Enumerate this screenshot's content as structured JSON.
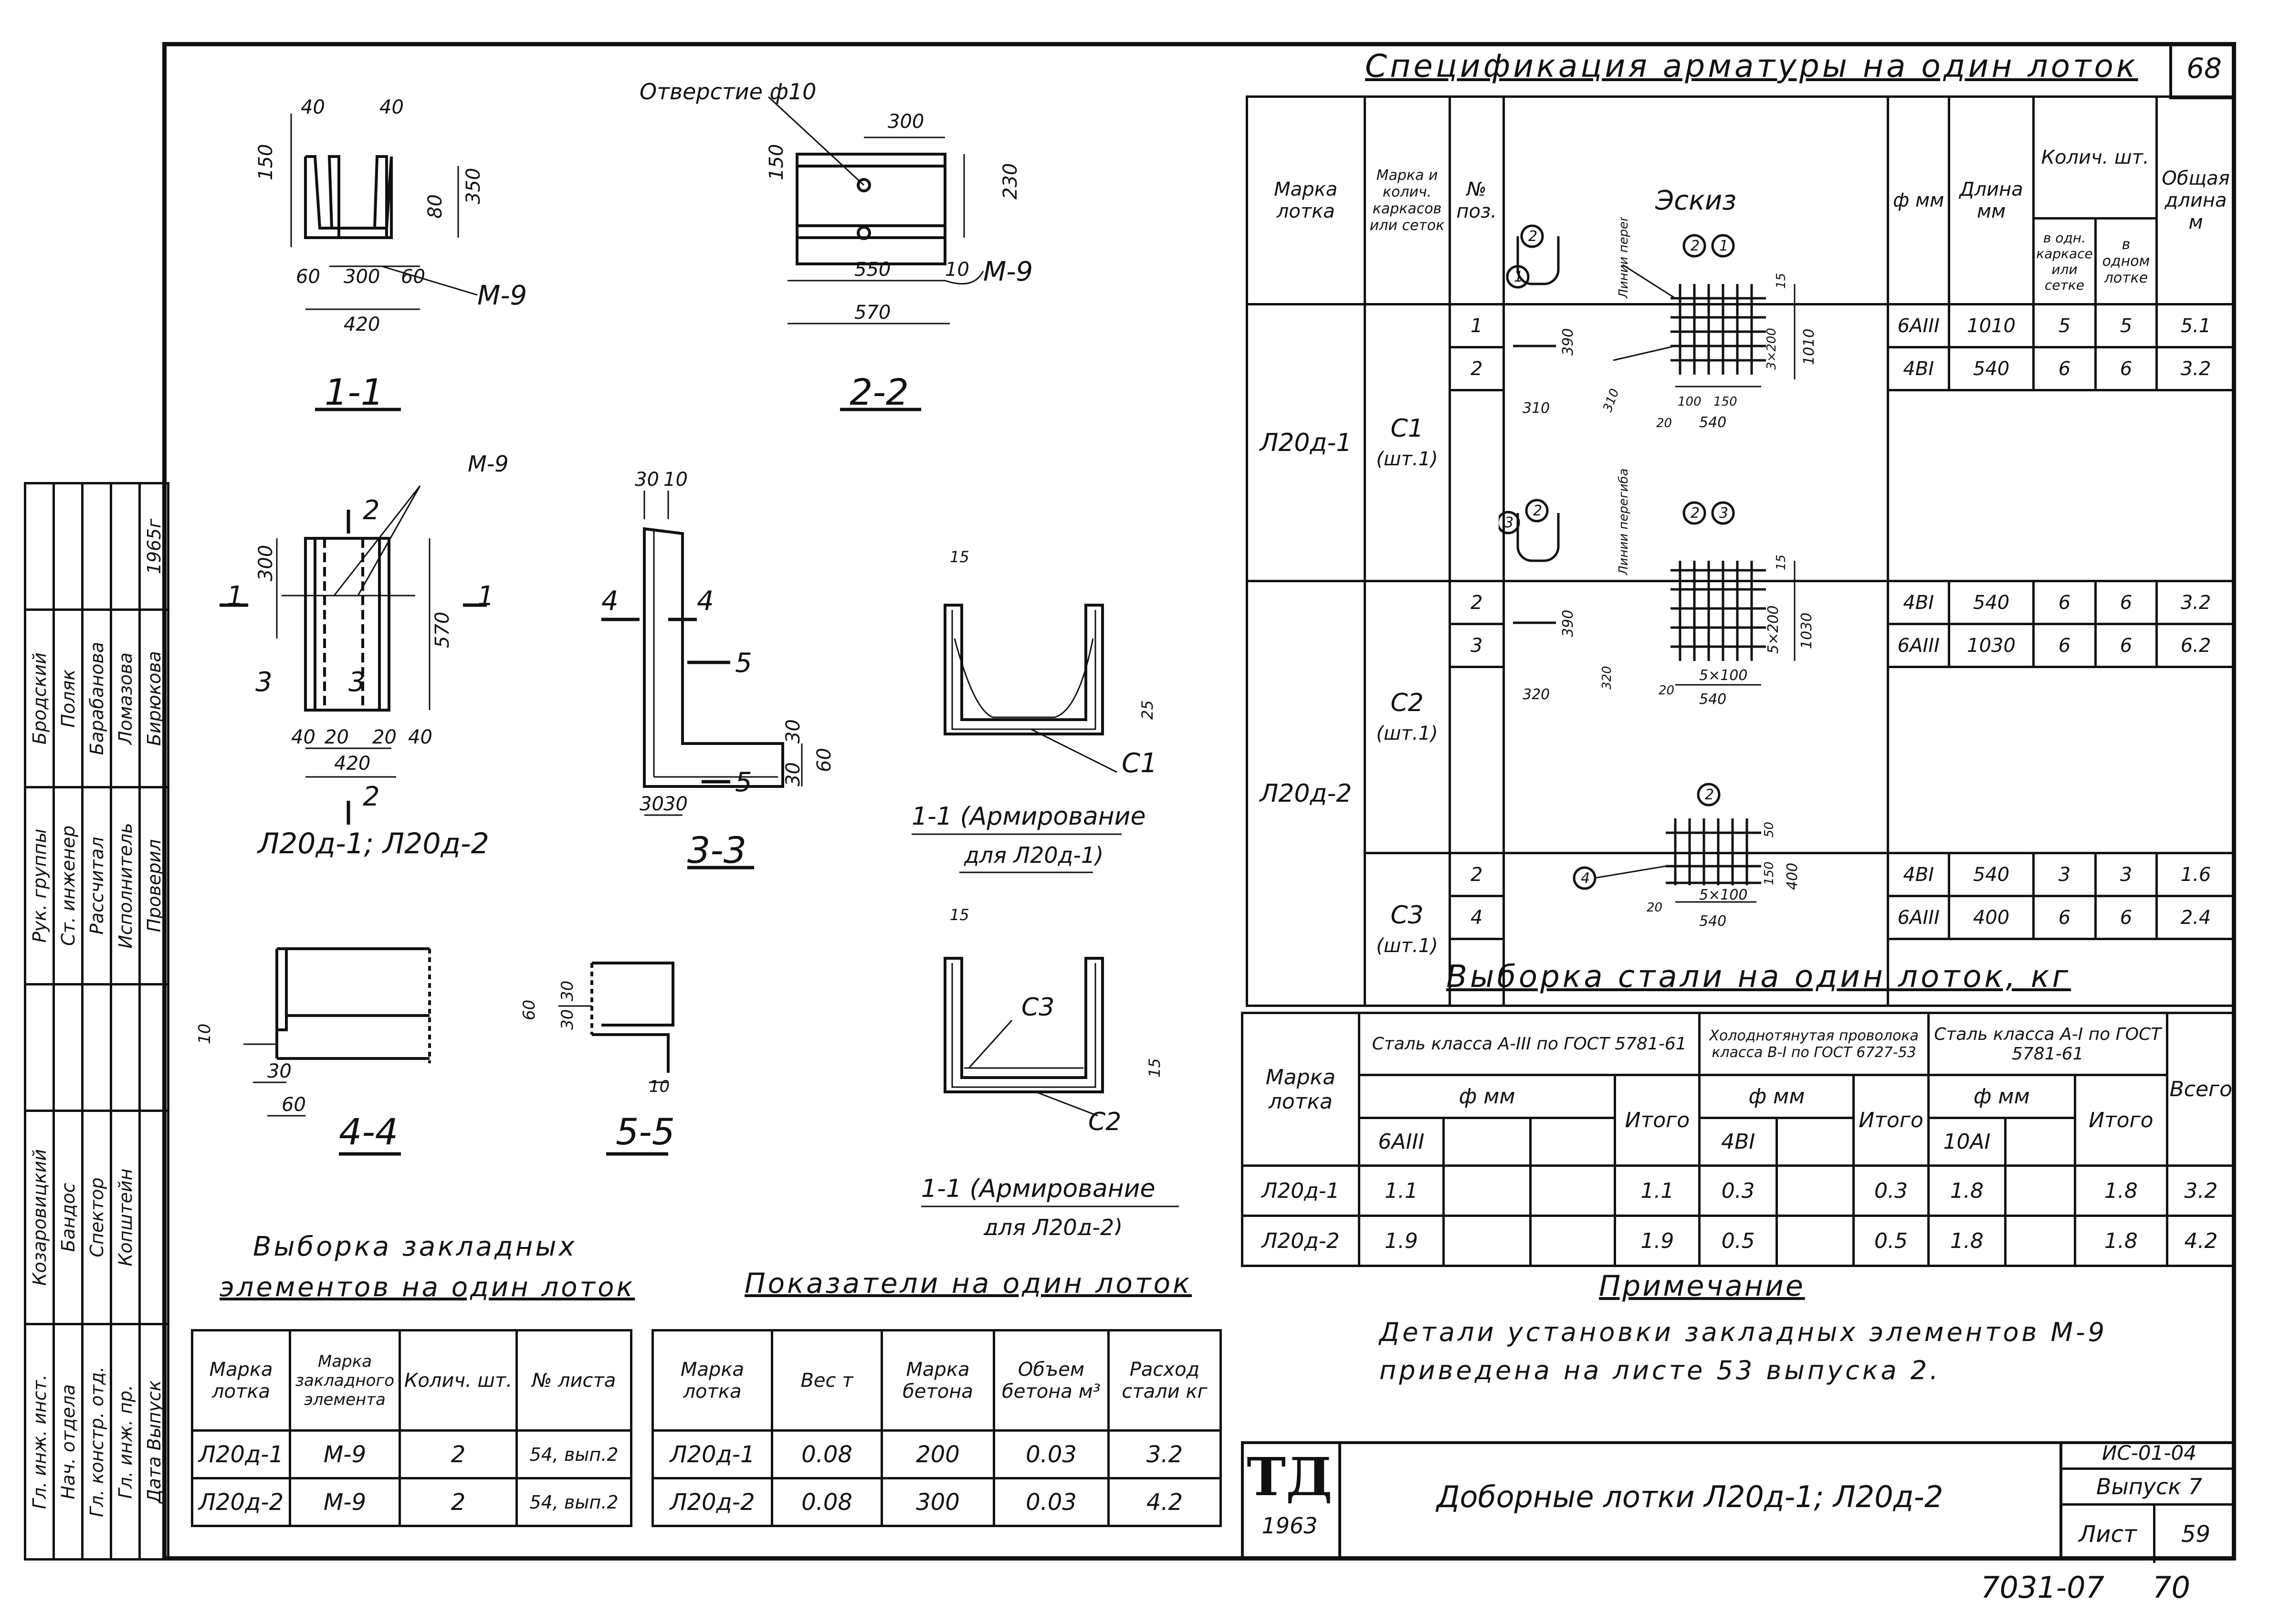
{
  "sheet_number_top": "68",
  "bottom_code": "7031-07",
  "bottom_page": "70",
  "specification": {
    "title": "Спецификация арматуры на один лоток",
    "headers": {
      "mark": "Марка лотка",
      "mesh": "Марка и колич. каркасов или сеток",
      "pos": "№ поз.",
      "sketch": "Эскиз",
      "diam": "ф мм",
      "length": "Длина мм",
      "qty": "Колич. шт.",
      "qty_one": "в одн. каркасе или сетке",
      "qty_tray": "в одном лотке",
      "total": "Общая длина м"
    },
    "groups": [
      {
        "mark": "Л20д-1",
        "meshes": [
          {
            "mesh": "С1",
            "count": "(шт.1)",
            "rows": [
              {
                "pos": "1",
                "diam": "6АIII",
                "len": "1010",
                "q1": "5",
                "q2": "5",
                "total": "5.1"
              },
              {
                "pos": "2",
                "diam": "4ВI",
                "len": "540",
                "q1": "6",
                "q2": "6",
                "total": "3.2"
              }
            ]
          }
        ]
      },
      {
        "mark": "Л20д-2",
        "meshes": [
          {
            "mesh": "С2",
            "count": "(шт.1)",
            "rows": [
              {
                "pos": "2",
                "diam": "4ВI",
                "len": "540",
                "q1": "6",
                "q2": "6",
                "total": "3.2"
              },
              {
                "pos": "3",
                "diam": "6АIII",
                "len": "1030",
                "q1": "6",
                "q2": "6",
                "total": "6.2"
              }
            ]
          },
          {
            "mesh": "С3",
            "count": "(шт.1)",
            "rows": [
              {
                "pos": "2",
                "diam": "4ВI",
                "len": "540",
                "q1": "3",
                "q2": "3",
                "total": "1.6"
              },
              {
                "pos": "4",
                "diam": "6АIII",
                "len": "400",
                "q1": "6",
                "q2": "6",
                "total": "2.4"
              }
            ]
          }
        ]
      }
    ]
  },
  "steel": {
    "title": "Выборка стали на один лоток, кг",
    "mark_header": "Марка лотка",
    "class1": "Сталь класса А-III по ГОСТ 5781-61",
    "class2": "Холоднотянутая проволока класса В-I по ГОСТ 6727-53",
    "class3": "Сталь класса А-I по ГОСТ 5781-61",
    "diam_header": "ф мм",
    "sub1": "6АIII",
    "sub2": "4ВI",
    "sub3": "10АI",
    "itogo": "Итого",
    "vsego": "Всего",
    "rows": [
      {
        "mark": "Л20д-1",
        "a3": "1.1",
        "it1": "1.1",
        "b1": "0.3",
        "it2": "0.3",
        "a1": "1.8",
        "it3": "1.8",
        "all": "3.2"
      },
      {
        "mark": "Л20д-2",
        "a3": "1.9",
        "it1": "1.9",
        "b1": "0.5",
        "it2": "0.5",
        "a1": "1.8",
        "it3": "1.8",
        "all": "4.2"
      }
    ]
  },
  "note": {
    "title": "Примечание",
    "line1": "Детали установки закладных элементов М-9",
    "line2": "приведена на листе 53 выпуска 2."
  },
  "embedded": {
    "title1": "Выборка закладных",
    "title2": "элементов на один лоток",
    "headers": [
      "Марка лотка",
      "Марка закладного элемента",
      "Колич. шт.",
      "№ листа"
    ],
    "rows": [
      [
        "Л20д-1",
        "М-9",
        "2",
        "54, вып.2"
      ],
      [
        "Л20д-2",
        "М-9",
        "2",
        "54, вып.2"
      ]
    ]
  },
  "indicators": {
    "title": "Показатели на один лоток",
    "headers": [
      "Марка лотка",
      "Вес т",
      "Марка бетона",
      "Объем бетона м³",
      "Расход стали кг"
    ],
    "rows": [
      [
        "Л20д-1",
        "0.08",
        "200",
        "0.03",
        "3.2"
      ],
      [
        "Л20д-2",
        "0.08",
        "300",
        "0.03",
        "4.2"
      ]
    ]
  },
  "title_block": {
    "logo": "ТД",
    "year": "1963",
    "name": "Доборные лотки Л20д-1; Л20д-2",
    "series": "ИС-01-04",
    "issue": "Выпуск 7",
    "sheet_label": "Лист",
    "sheet_no": "59"
  },
  "stamp": {
    "roles_top": [
      "Рук. группы",
      "Ст. инженер",
      "Рассчитал",
      "Исполнитель",
      "Проверил"
    ],
    "names_top": [
      "Бродский",
      "Поляк",
      "Барабанова",
      "Ломазова",
      "Бирюкова"
    ],
    "roles_bottom": [
      "Гл. инж. инст.",
      "Нач. отдела",
      "Гл. констр. отд.",
      "Гл. инж. пр."
    ],
    "names_bottom": [
      "Козаровицкий",
      "Бандос",
      "Спектор",
      "Копштейн"
    ],
    "date_label": "Дата",
    "issue_label": "Выпуск",
    "year": "1965г"
  },
  "drawings": {
    "s11": {
      "label": "1-1",
      "d40a": "40",
      "d40b": "40",
      "d150": "150",
      "d350": "350",
      "d80": "80",
      "d60a": "60",
      "d300": "300",
      "d60b": "60",
      "d420": "420",
      "m9": "М-9"
    },
    "s22": {
      "label": "2-2",
      "hole": "Отверстие ф10",
      "d300": "300",
      "d150": "150",
      "d230": "230",
      "d550": "550",
      "d10": "10",
      "d570": "570",
      "m9": "М-9"
    },
    "plan": {
      "label": "Л20д-1; Л20д-2",
      "m9": "М-9",
      "d300": "300",
      "d570": "570",
      "d40a": "40",
      "d20a": "20",
      "d20b": "20",
      "d40b": "40",
      "d420": "420",
      "c1": "1",
      "c2": "2",
      "c3": "3"
    },
    "s33": {
      "label": "3-3",
      "d30": "30",
      "d10": "10",
      "d30b": "30",
      "d30c": "30",
      "d60": "60",
      "d30d": "30",
      "d30e": "30",
      "c4": "4",
      "c5": "5"
    },
    "s44": {
      "label": "4-4",
      "d10": "10",
      "d30": "30",
      "d60": "60"
    },
    "s55": {
      "label": "5-5",
      "d30": "30",
      "d60": "60",
      "d30b": "30",
      "d10": "10"
    },
    "r1": {
      "label": "1-1 (Армирование",
      "label2": "для Л20д-1)",
      "d15": "15",
      "d25": "25",
      "c1": "С1"
    },
    "r2": {
      "label": "1-1 (Армирование",
      "label2": "для Л20д-2)",
      "d15": "15",
      "d15b": "15",
      "c3": "С3",
      "c2": "С2"
    },
    "sk1": {
      "pos2": "2",
      "pos1": "1",
      "line": "Линии перегиба",
      "d390": "390",
      "d310": "310",
      "d310b": "310",
      "d100": "100",
      "d150": "150",
      "d540": "540",
      "d20": "20",
      "d15": "15",
      "d3x200": "3×200",
      "d1010": "1010"
    },
    "sk2": {
      "pos3": "3",
      "pos2": "2",
      "line": "Линии перегиба",
      "d390": "390",
      "d320": "320",
      "d320b": "320",
      "d5x100": "5×100",
      "d540": "540",
      "d20": "20",
      "d15": "15",
      "d5x200": "5×200",
      "d1030": "1030"
    },
    "sk3": {
      "pos2": "2",
      "pos4": "4",
      "d5x100": "5×100",
      "d540": "540",
      "d20": "20",
      "d50": "50",
      "d400": "400",
      "d150": "150"
    }
  }
}
